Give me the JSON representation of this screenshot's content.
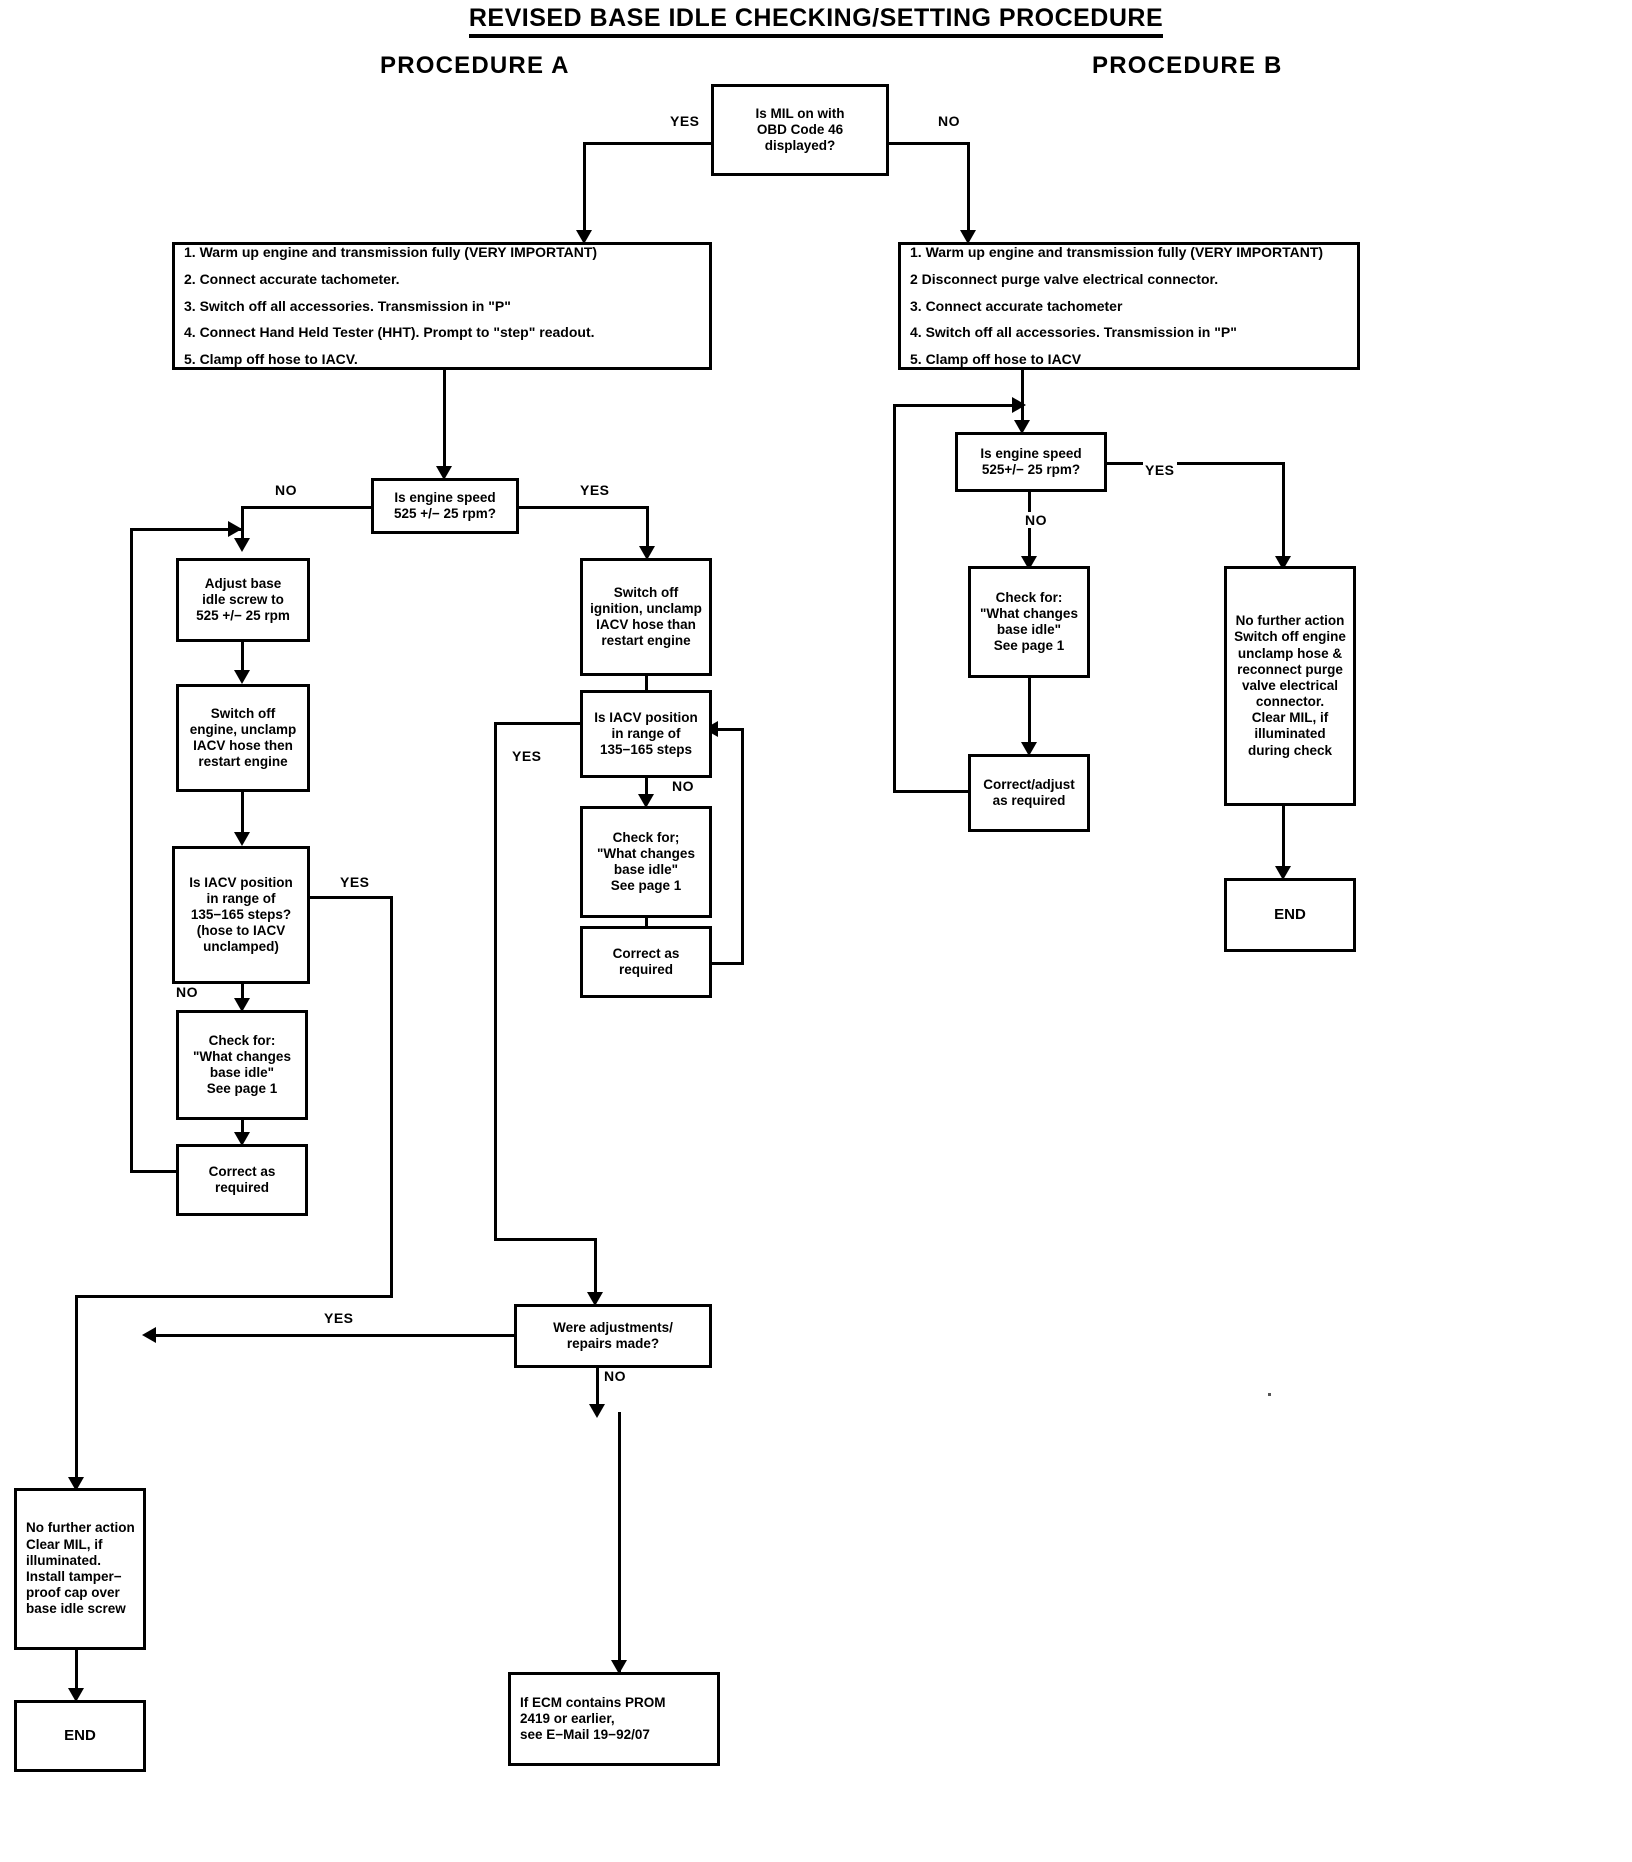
{
  "title": "REVISED BASE IDLE CHECKING/SETTING PROCEDURE",
  "procedures": {
    "a_label": "PROCEDURE A",
    "b_label": "PROCEDURE B"
  },
  "edge_labels": {
    "mil_yes": "YES",
    "mil_no": "NO",
    "a_speed_no": "NO",
    "a_speed_yes": "YES",
    "a_iacv_yes": "YES",
    "a_iacv_no": "NO",
    "a_iacv2_no": "NO",
    "a_iacv2_yes": "YES",
    "adjust_yes": "YES",
    "adjust_no": "NO",
    "b_speed_no": "NO",
    "b_speed_yes": "YES"
  },
  "nodes": {
    "mil_decision": {
      "name": "mil-decision",
      "lines": [
        "Is MIL on with",
        "OBD Code 46",
        "displayed?"
      ]
    },
    "proc_a_steps": {
      "name": "procedure-a-steps",
      "lines": [
        "1.  Warm up engine and transmission fully (VERY IMPORTANT)",
        "2. Connect accurate tachometer.",
        "3. Switch off all accessories. Transmission in \"P\"",
        "4.  Connect Hand Held Tester (HHT). Prompt to \"step\" readout.",
        "5. Clamp off hose to IACV."
      ]
    },
    "proc_b_steps": {
      "name": "procedure-b-steps",
      "lines": [
        "1. Warm up engine and transmission fully (VERY IMPORTANT)",
        "2  Disconnect purge valve electrical connector.",
        "3. Connect accurate tachometer",
        "4. Switch off all accessories.  Transmission in \"P\"",
        "5. Clamp off hose to IACV"
      ]
    },
    "a_speed_decision": {
      "name": "a-engine-speed-decision",
      "lines": [
        "Is engine speed",
        "525 +/− 25 rpm?"
      ]
    },
    "a_adjust_screw": {
      "name": "a-adjust-base-idle-screw",
      "lines": [
        "Adjust base",
        "idle screw to",
        "525 +/− 25 rpm"
      ]
    },
    "a_switch_off_left": {
      "name": "a-switch-off-unclamp-left",
      "lines": [
        "Switch off",
        "engine, unclamp",
        "IACV hose then",
        "restart engine"
      ]
    },
    "a_iacv_left": {
      "name": "a-iacv-position-decision-left",
      "lines": [
        "Is IACV position",
        "in range of",
        "135−165 steps?",
        "(hose to IACV",
        "unclamped)"
      ]
    },
    "a_check_for_left": {
      "name": "a-check-for-left",
      "lines": [
        "Check for:",
        "\"What changes",
        "base idle\"",
        "See page 1"
      ]
    },
    "a_correct_left": {
      "name": "a-correct-as-required-left",
      "lines": [
        "Correct as",
        "required"
      ]
    },
    "a_switch_off_right": {
      "name": "a-switch-off-unclamp-right",
      "lines": [
        "Switch off",
        "ignition, unclamp",
        "IACV hose than",
        "restart engine"
      ]
    },
    "a_iacv_right": {
      "name": "a-iacv-position-decision-right",
      "lines": [
        "Is IACV position",
        "in range of",
        "135−165 steps"
      ]
    },
    "a_check_for_right": {
      "name": "a-check-for-right",
      "lines": [
        "Check for;",
        "\"What changes",
        "base idle\"",
        "See page 1"
      ]
    },
    "a_correct_right": {
      "name": "a-correct-as-required-right",
      "lines": [
        "Correct as",
        "required"
      ]
    },
    "a_no_further": {
      "name": "a-no-further-action",
      "lines": [
        "No further action",
        "Clear MIL, if",
        "illuminated.",
        "Install tamper−",
        "proof cap over",
        "base idle screw"
      ]
    },
    "a_end": {
      "name": "a-end",
      "lines": [
        "END"
      ]
    },
    "adjust_decision": {
      "name": "were-adjustments-decision",
      "lines": [
        "Were adjustments/",
        "repairs made?"
      ]
    },
    "prom_box": {
      "name": "ecm-prom-note",
      "lines": [
        "If ECM contains PROM",
        "2419 or earlier,",
        "see E−Mail 19−92/07"
      ]
    },
    "b_speed_decision": {
      "name": "b-engine-speed-decision",
      "lines": [
        "Is engine speed",
        "525+/− 25 rpm?"
      ]
    },
    "b_check_for": {
      "name": "b-check-for",
      "lines": [
        "Check for:",
        "\"What changes",
        "base idle\"",
        "See page 1"
      ]
    },
    "b_correct": {
      "name": "b-correct-adjust",
      "lines": [
        "Correct/adjust",
        "as required"
      ]
    },
    "b_no_further": {
      "name": "b-no-further-action",
      "lines": [
        "No further action",
        "Switch off engine",
        "unclamp hose &",
        "reconnect purge",
        "valve electrical",
        "connector.",
        "Clear MIL, if",
        "illuminated",
        "during check"
      ]
    },
    "b_end": {
      "name": "b-end",
      "lines": [
        "END"
      ]
    }
  },
  "colors": {
    "ink": "#000000",
    "paper": "#ffffff"
  }
}
